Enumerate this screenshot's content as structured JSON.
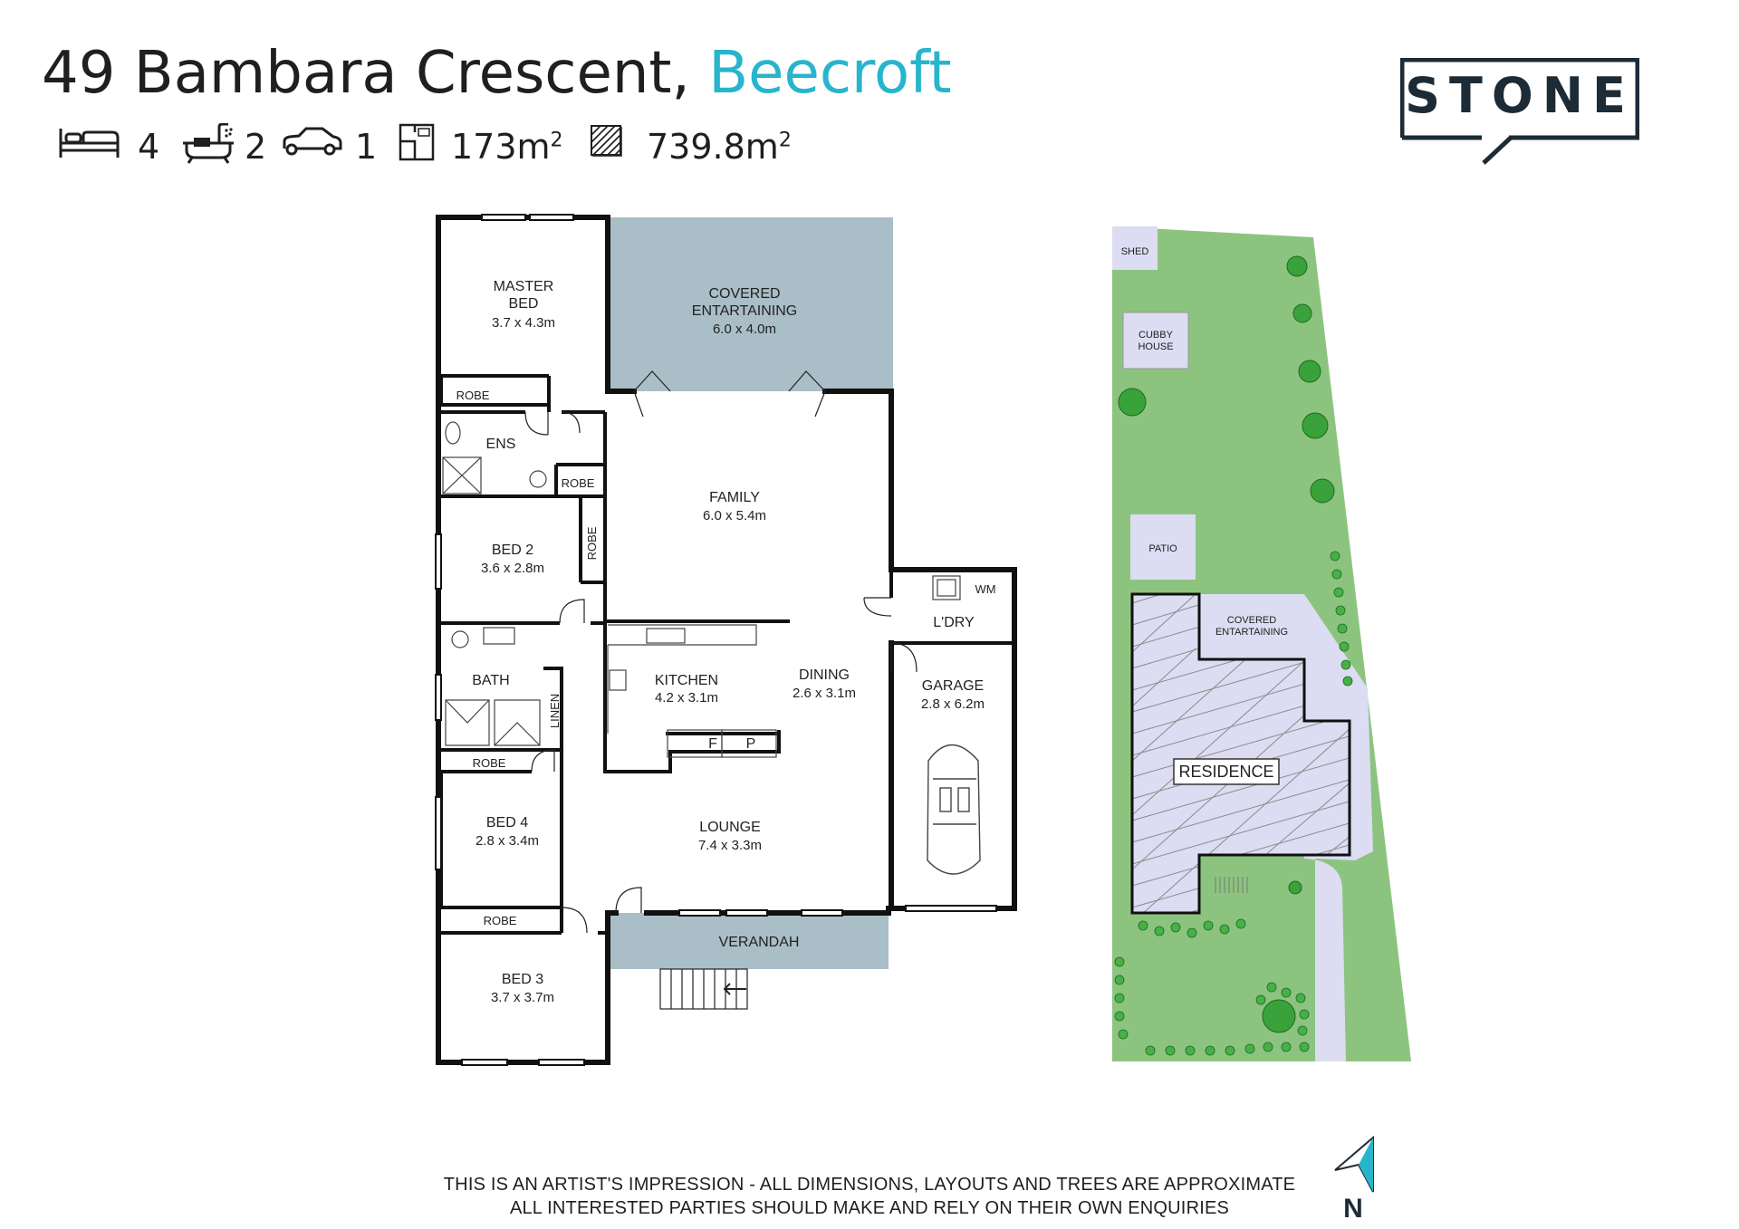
{
  "header": {
    "address": "49 Bambara Crescent,",
    "suburb": "Beecroft"
  },
  "stats": {
    "bedrooms": "4",
    "bathrooms": "2",
    "car_spaces": "1",
    "internal_area": "173m",
    "land_area": "739.8m",
    "area_unit_superscript": "2",
    "icons": [
      "bed-icon",
      "bath-icon",
      "car-icon",
      "floorplan-icon",
      "land-icon"
    ]
  },
  "brand": {
    "logo_text": "STONE",
    "color": "#1c2b36"
  },
  "rooms": {
    "master_bed": {
      "name_line1": "MASTER",
      "name_line2": "BED",
      "size": "3.7 x 4.3m"
    },
    "covered_entertaining": {
      "name_line1": "COVERED",
      "name_line2": "ENTARTAINING",
      "size": "6.0 x 4.0m"
    },
    "robe_master": "ROBE",
    "ens": "ENS",
    "robe_ens": "ROBE",
    "family": {
      "name": "FAMILY",
      "size": "6.0 x 5.4m"
    },
    "bed2": {
      "name": "BED 2",
      "size": "3.6 x 2.8m"
    },
    "robe_bed2": "ROBE",
    "bath": "BATH",
    "linen": "LINEN",
    "kitchen": {
      "name": "KITCHEN",
      "size": "4.2 x 3.1m"
    },
    "fridge": "F",
    "pantry": "P",
    "dining": {
      "name": "DINING",
      "size": "2.6 x 3.1m"
    },
    "laundry": "L'DRY",
    "wm": "WM",
    "garage": {
      "name": "GARAGE",
      "size": "2.8 x 6.2m"
    },
    "robe_bed4": "ROBE",
    "bed4": {
      "name": "BED 4",
      "size": "2.8 x 3.4m"
    },
    "lounge": {
      "name": "LOUNGE",
      "size": "7.4 x 3.3m"
    },
    "robe_bed3": "ROBE",
    "bed3": {
      "name": "BED 3",
      "size": "3.7 x 3.7m"
    },
    "verandah": "VERANDAH"
  },
  "site": {
    "shed": "SHED",
    "cubby_line1": "CUBBY",
    "cubby_line2": "HOUSE",
    "patio": "PATIO",
    "covered_line1": "COVERED",
    "covered_line2": "ENTARTAINING",
    "residence": "RESIDENCE",
    "lawn_color": "#8cc47f",
    "driveway_color": "#dcdcf2"
  },
  "colors": {
    "accent": "#27b5cc",
    "outdoor_covered": "#a9bec6",
    "walls": "#111111"
  },
  "disclaimer": {
    "line1": "THIS IS AN ARTIST'S IMPRESSION - ALL DIMENSIONS, LAYOUTS AND TREES ARE APPROXIMATE",
    "line2": "ALL INTERESTED PARTIES SHOULD MAKE AND RELY ON THEIR OWN ENQUIRIES"
  },
  "compass": {
    "label": "N",
    "icon": "north-arrow-icon"
  }
}
